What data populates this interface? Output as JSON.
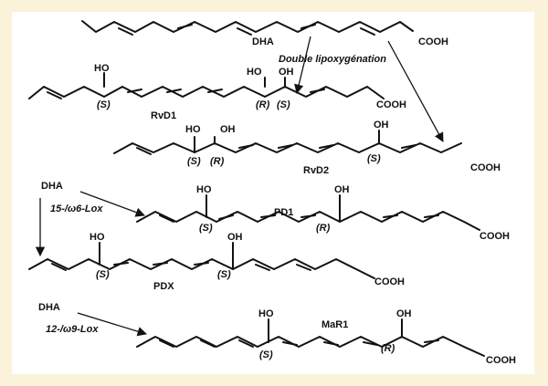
{
  "labels": {
    "dha_top": "DHA",
    "dha_mid": "DHA",
    "dha_bottom": "DHA",
    "double_lipox": "Double lipoxygénation",
    "lox15": "15-/ω6-Lox",
    "lox12": "12-/ω9-Lox",
    "rvd1": "RvD1",
    "rvd2": "RvD2",
    "pd1": "PD1",
    "pdx": "PDX",
    "mar1": "MaR1",
    "cooh": "COOH",
    "ho": "HO",
    "oh": "OH",
    "s": "(S)",
    "r": "(R)"
  },
  "colors": {
    "background": "#fbf3d9",
    "panel": "#ffffff",
    "ink": "#111111"
  }
}
